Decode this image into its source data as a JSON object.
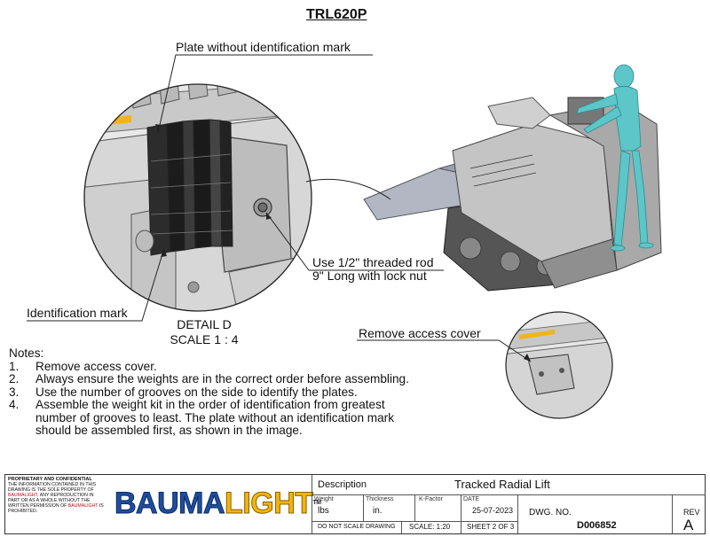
{
  "drawing": {
    "title": "TRL620P"
  },
  "callouts": {
    "plate_without_mark": "Plate without identification mark",
    "rod_line1": "Use 1/2\" threaded rod",
    "rod_line2": "9\" Long with lock nut",
    "identification_mark": "Identification mark",
    "remove_cover": "Remove access cover"
  },
  "detail": {
    "name": "DETAIL D",
    "scale": "SCALE 1 : 4"
  },
  "notes": {
    "header": "Notes:",
    "items": [
      {
        "num": "1.",
        "text": "Remove access cover."
      },
      {
        "num": "2.",
        "text": "Always ensure the weights are in the correct order before assembling."
      },
      {
        "num": "3.",
        "text": "Use the number of grooves on the side to identify the plates."
      },
      {
        "num": "4.",
        "text": "Assemble the weight kit in the order of identification from greatest number of grooves to least. The plate without an identification mark should be assembled first, as shown in the image."
      }
    ]
  },
  "title_block": {
    "proprietary_title": "PROPRIETARY AND CONFIDENTIAL",
    "proprietary_text_1": "THE INFORMATION CONTAINED IN THIS DRAWING IS THE SOLE PROPERTY OF",
    "proprietary_brand": "BAUMALIGHT",
    "proprietary_text_2": ". ANY REPRODUCTION IN PART OR AS A WHOLE WITHOUT THE WRITTEN PERMISSION OF",
    "proprietary_text_3": "IS PROHIBITED.",
    "logo_part1": "BAUMA",
    "logo_part2": "LIGHT",
    "logo_tm": "TM",
    "description_label": "Description",
    "description_value": "Tracked Radial Lift",
    "weight_label": "Weight",
    "weight_value": "lbs",
    "thickness_label": "Thickness",
    "thickness_value": "in.",
    "kfactor_label": "K-Factor",
    "date_label": "DATE",
    "date_value": "25-07-2023",
    "dwg_no_label": "DWG. NO.",
    "dwg_no_value": "D006852",
    "rev_label": "REV",
    "rev_value": "A",
    "no_scale": "DO NOT SCALE DRAWING",
    "scale": "SCALE: 1:20",
    "sheet": "SHEET 2 OF 3"
  },
  "colors": {
    "operator": "#5cc6c9",
    "logo_blue": "#1f4e9e",
    "logo_yellow": "#f3b30f",
    "brand_red": "#d0021b"
  }
}
